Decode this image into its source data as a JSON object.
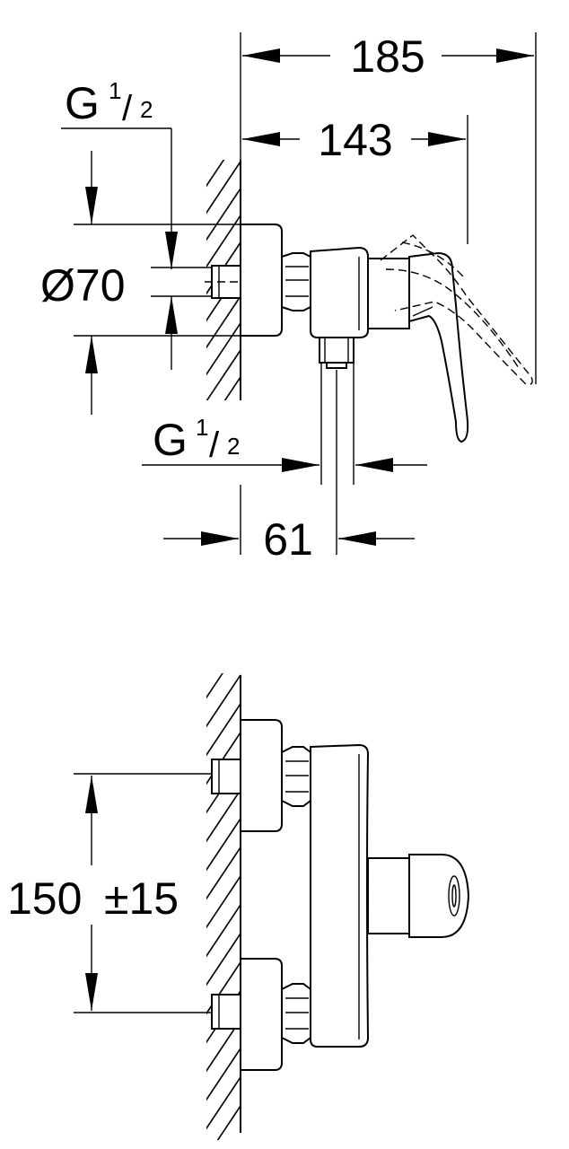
{
  "colors": {
    "line": "#000000",
    "background": "#ffffff"
  },
  "top_view": {
    "dim_overall": "185",
    "dim_depth": "143",
    "inlet_thread": {
      "letter": "G",
      "numerator": "1",
      "denominator": "2"
    },
    "rosette_diameter": "Ø70",
    "outlet_thread": {
      "letter": "G",
      "numerator": "1",
      "denominator": "2"
    },
    "dim_outlet_offset": "61"
  },
  "front_view": {
    "dim_center_distance": "150",
    "dim_tolerance": "±15"
  }
}
